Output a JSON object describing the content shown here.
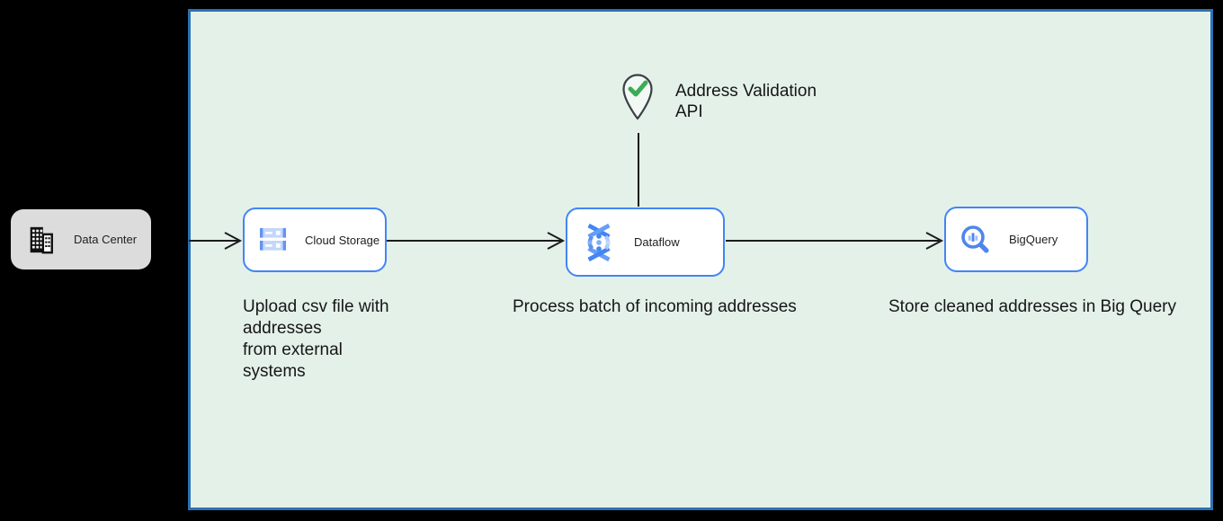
{
  "panel": {
    "background": "#e4f1e9",
    "border_color": "#2b72b4"
  },
  "colors": {
    "canvas_background": "#000000",
    "node_border": "#4285f4",
    "external_node_background": "#dcdcdc",
    "connector": "#1c1c1c",
    "check_green": "#3cab55",
    "pin_outline": "#3a3f45",
    "gcp_blue": "#4285f4",
    "gcp_blue_light": "#aecbfa"
  },
  "external_node": {
    "label": "Data Center",
    "icon": "building-icon"
  },
  "nodes": [
    {
      "id": "cloud-storage",
      "label": "Cloud Storage",
      "icon": "cloud-storage-icon",
      "caption": "Upload csv file with\naddresses\nfrom external\nsystems"
    },
    {
      "id": "dataflow",
      "label": "Dataflow",
      "icon": "dataflow-icon",
      "caption": "Process batch of incoming addresses"
    },
    {
      "id": "bigquery",
      "label": "BigQuery",
      "icon": "bigquery-icon",
      "caption": "Store cleaned addresses in Big Query"
    }
  ],
  "api": {
    "label": "Address Validation\nAPI",
    "icon": "map-pin-check-icon"
  }
}
